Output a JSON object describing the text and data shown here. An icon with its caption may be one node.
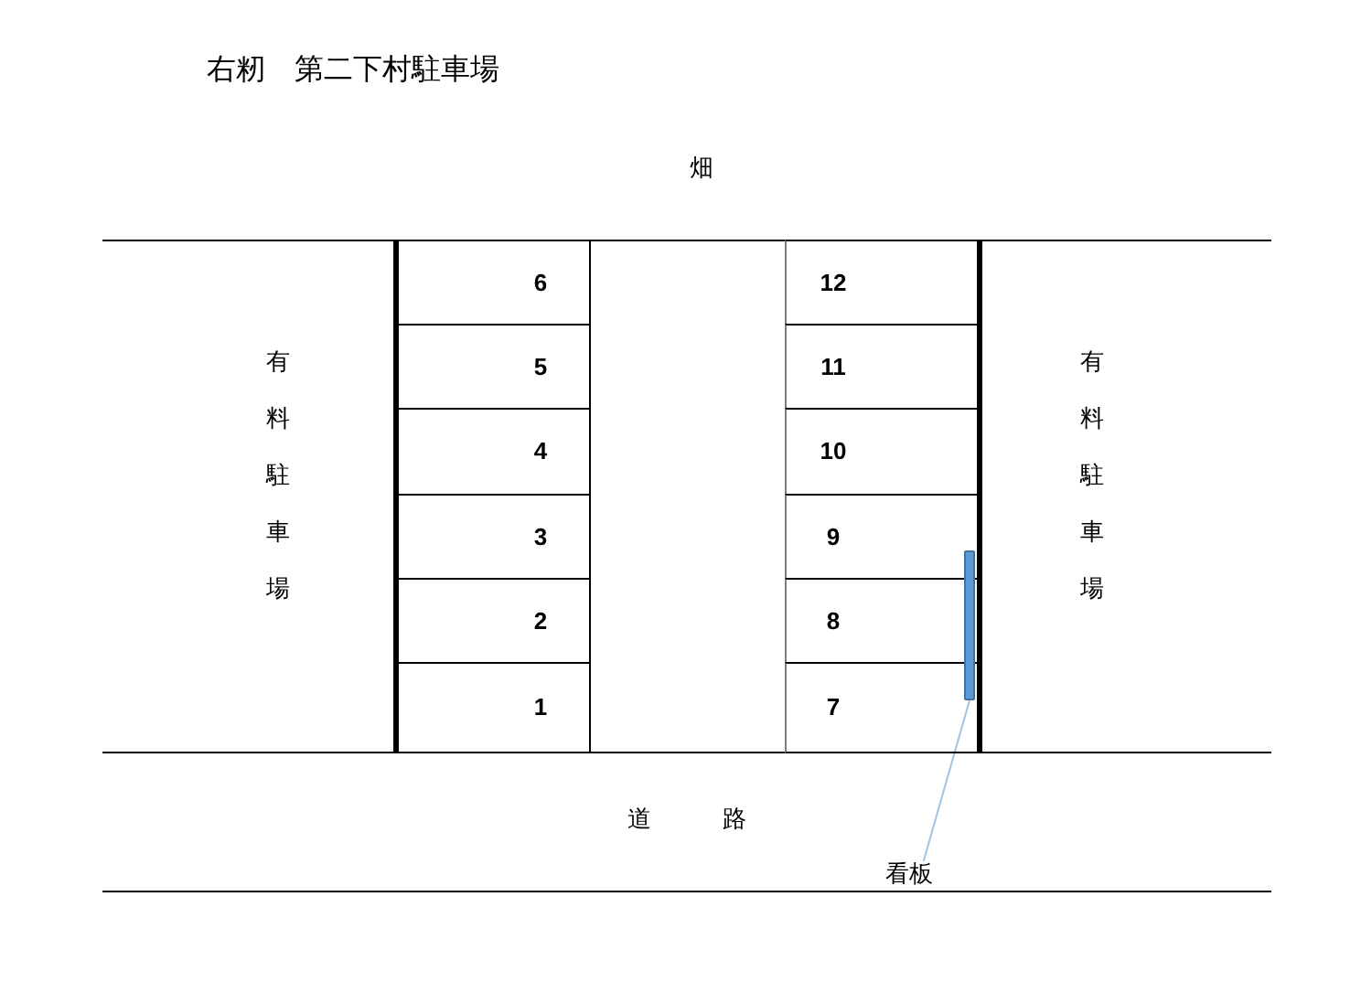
{
  "diagram": {
    "title": "右籾　第二下村駐車場",
    "nodes": [
      {
        "text": [
          "6"
        ]
      },
      {
        "text": [
          "12"
        ]
      },
      {
        "text": [
          "5"
        ]
      },
      {
        "text": [
          "11"
        ]
      },
      {
        "text": [
          "4"
        ]
      },
      {
        "text": [
          "10"
        ]
      },
      {
        "text": [
          "3"
        ]
      },
      {
        "text": [
          "9"
        ]
      },
      {
        "text": [
          "2"
        ]
      },
      {
        "text": [
          "8"
        ]
      },
      {
        "text": [
          "1"
        ]
      },
      {
        "text": [
          "7"
        ]
      },
      {
        "text": [],
        "shape": "bar"
      },
      {
        "text": [
          "看板"
        ]
      }
    ],
    "edges": [
      {
        "from": 13,
        "to": 12,
        "arrow": "none"
      }
    ],
    "labels": [
      "畑",
      "有料駐車場",
      "有料駐車場",
      "道　　　路"
    ]
  }
}
